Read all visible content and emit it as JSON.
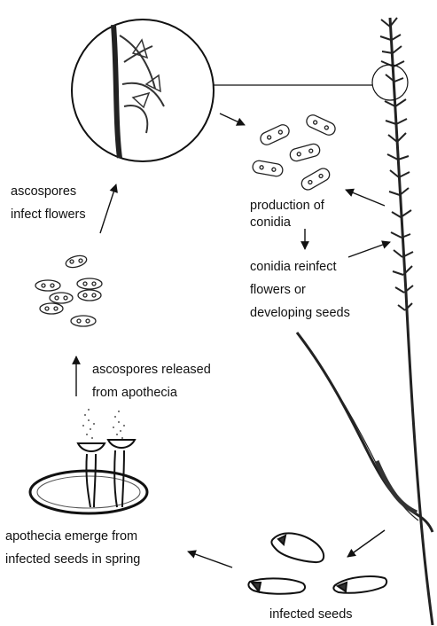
{
  "labels": {
    "ascospores_infect": [
      "ascospores",
      "infect flowers"
    ],
    "production": [
      "production of",
      "conidia"
    ],
    "conidia_reinfect": [
      "conidia reinfect",
      "flowers or",
      "developing seeds"
    ],
    "ascospores_released": [
      "ascospores released",
      "from apothecia"
    ],
    "apothecia_emerge": [
      "apothecia emerge from",
      "infected seeds in spring"
    ],
    "infected_seeds": [
      "infected seeds"
    ]
  }
}
